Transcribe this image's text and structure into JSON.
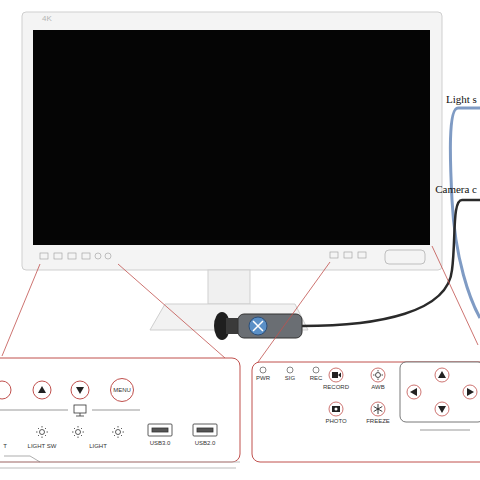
{
  "diagram": {
    "nodes": [
      {
        "text": [
          "MENU"
        ]
      }
    ],
    "labels": [
      "4K",
      "Light s",
      "Camera c",
      "T",
      "LIGHT SW",
      "LIGHT",
      "USB3.0",
      "USB2.0",
      "PWR",
      "SIG",
      "REC",
      "RECORD",
      "AWB",
      "PHOTO",
      "FREEZE"
    ]
  }
}
